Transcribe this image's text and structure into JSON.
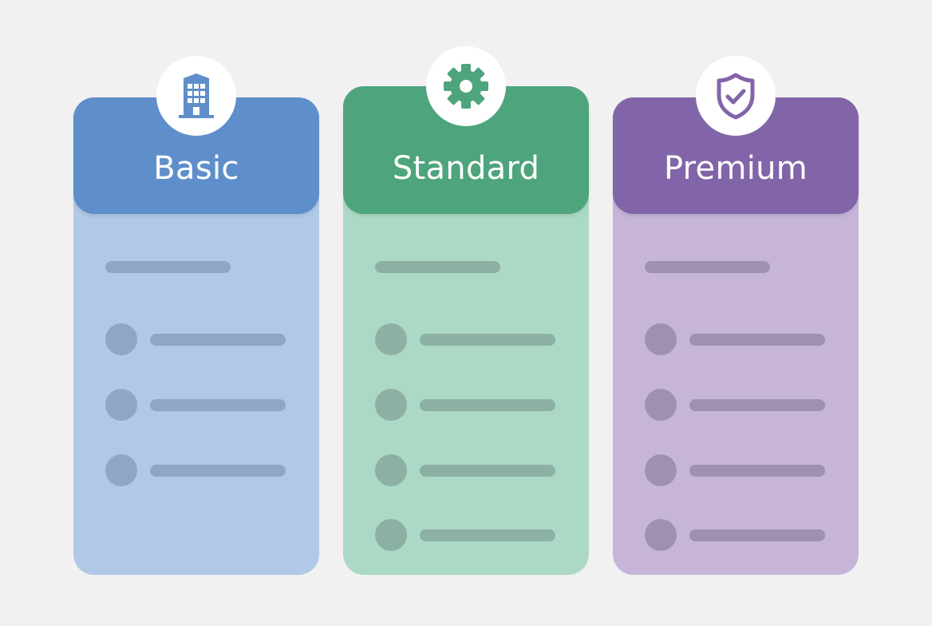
{
  "plans": [
    {
      "name": "Basic",
      "icon": "building-icon",
      "header_color": "#5f8fca",
      "body_color": "#b0c9e6",
      "placeholder_color": "#8fa7c2",
      "feature_count": 3
    },
    {
      "name": "Standard",
      "icon": "gear-icon",
      "header_color": "#4ea47d",
      "body_color": "#acd9c5",
      "placeholder_color": "#8cb0a4",
      "feature_count": 4
    },
    {
      "name": "Premium",
      "icon": "shield-check-icon",
      "header_color": "#8265a8",
      "body_color": "#c6b5d9",
      "placeholder_color": "#9f90b3",
      "feature_count": 4
    }
  ],
  "background_color": "#f1f1f2"
}
